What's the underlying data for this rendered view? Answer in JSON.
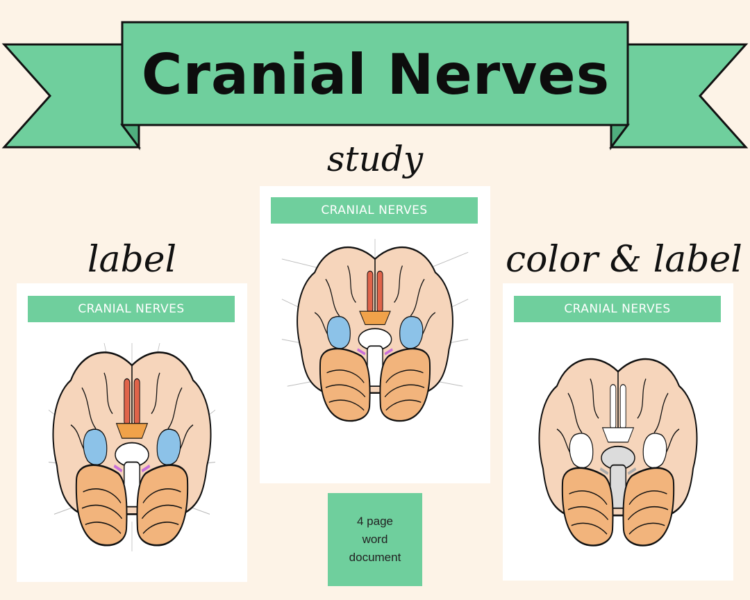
{
  "banner": {
    "title": "Cranial Nerves"
  },
  "labels": {
    "study": "study",
    "label": "label",
    "color_label": "color & label"
  },
  "cards": {
    "left": {
      "header": "CRANIAL NERVES"
    },
    "middle": {
      "header": "CRANIAL NERVES"
    },
    "right": {
      "header": "CRANIAL NERVES"
    }
  },
  "note": {
    "line1": "4 page",
    "line2": "word",
    "line3": "document"
  },
  "colors": {
    "background": "#fdf3e7",
    "banner_green": "#6fcf9d",
    "brain_skin": "#f6d5bb",
    "cerebellum": "#f2b47c",
    "olfactory": "#e0644a",
    "temporal_blue": "#8cc2e8"
  }
}
